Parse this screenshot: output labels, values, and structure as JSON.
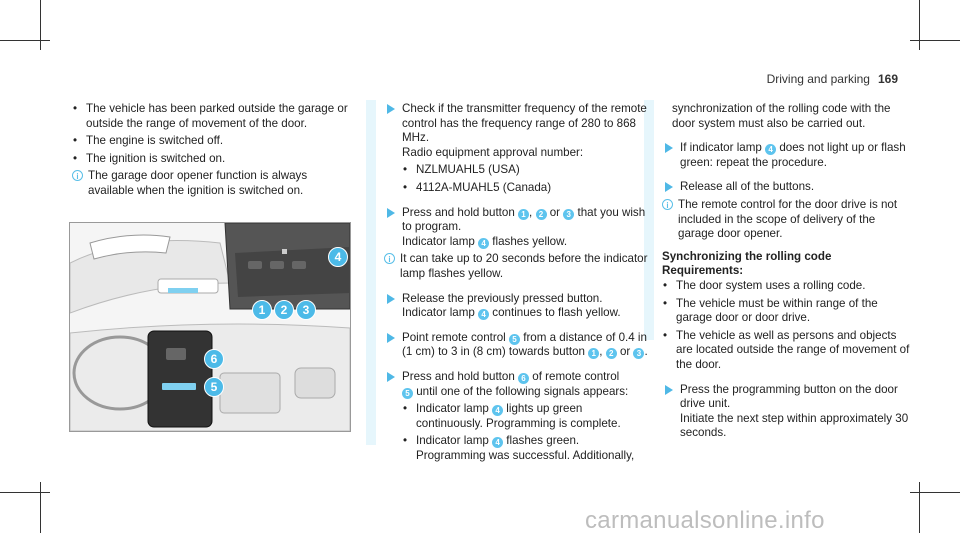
{
  "header": {
    "section": "Driving and parking",
    "page": "169"
  },
  "col1": {
    "bullets": [
      "The vehicle has been parked outside the garage or outside the range of movement of the door.",
      "The engine is switched off.",
      "The ignition is switched on."
    ],
    "info": "The garage door opener function is always available when the ignition is switched on."
  },
  "figure": {
    "callouts": [
      "1",
      "2",
      "3",
      "4",
      "5",
      "6"
    ]
  },
  "col2": {
    "step1": "Check if the transmitter frequency of the remote control has the frequency range of 280 to 868 MHz.",
    "step1_radio": "Radio equipment approval number:",
    "step1_items": [
      "NZLMUAHL5 (USA)",
      "4112A-MUAHL5 (Canada)"
    ],
    "step2_a": "Press and hold button",
    "step2_b": ",",
    "step2_c": "or",
    "step2_d": "that you wish to program.",
    "step2_e": "Indicator lamp",
    "step2_f": "flashes yellow.",
    "info": "It can take up to 20 seconds before the indicator lamp flashes yellow.",
    "step3_a": "Release the previously pressed button.",
    "step3_b": "Indicator lamp",
    "step3_c": "continues to flash yellow.",
    "step4_a": "Point remote control",
    "step4_b": "from a distance of 0.4 in (1 cm) to 3 in (8 cm) towards button",
    "step4_c": ",",
    "step4_d": "or",
    "step4_e": ".",
    "step5_a": "Press and hold button",
    "step5_b": "of remote control",
    "step5_c": "until one of the following signals appears:",
    "step5_items_a": "Indicator lamp",
    "step5_items_b": "lights up green continuously. Programming is complete.",
    "step5_items_c": "Indicator lamp",
    "step5_items_d": "flashes green. Programming was successful. Additionally,"
  },
  "col3": {
    "cont": "synchronization of the rolling code with the door system must also be carried out.",
    "step1_a": "If indicator lamp",
    "step1_b": "does not light up or flash green: repeat the procedure.",
    "step2": "Release all of the buttons.",
    "info": "The remote control for the door drive is not included in the scope of delivery of the garage door opener.",
    "sync_heading": "Synchronizing the rolling code",
    "req_heading": "Requirements:",
    "req": [
      "The door system uses a rolling code.",
      "The vehicle must be within range of the garage door or door drive.",
      "The vehicle as well as persons and objects are located outside the range of movement of the door."
    ],
    "step3_a": "Press the programming button on the door drive unit.",
    "step3_b": "Initiate the next step within approximately 30 seconds."
  },
  "watermark": "carmanualsonline.info"
}
